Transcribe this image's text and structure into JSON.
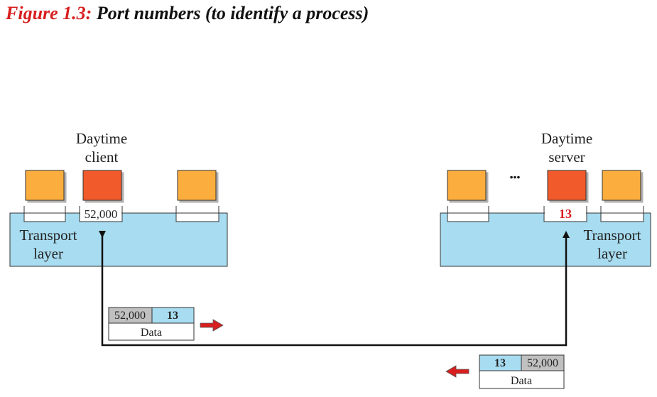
{
  "figure": {
    "number": "Figure 1.3:",
    "caption": "Port numbers (to  identify a process)"
  },
  "client": {
    "label_line1": "Daytime",
    "label_line2": "client",
    "transport_line1": "Transport",
    "transport_line2": "layer",
    "port": "52,000"
  },
  "server": {
    "label_line1": "Daytime",
    "label_line2": "server",
    "transport_line1": "Transport",
    "transport_line2": "layer",
    "port": "13",
    "ellipsis": "•••"
  },
  "request_packet": {
    "src_port": "52,000",
    "dst_port": "13",
    "payload": "Data"
  },
  "response_packet": {
    "src_port": "13",
    "dst_port": "52,000",
    "payload": "Data"
  },
  "colors": {
    "layer": "#a8dcf0",
    "process": "#fbad3d",
    "active_process": "#f15a2b",
    "header_gray": "#c0c0c0",
    "header_blue": "#a8dcf0",
    "arrow_red": "#d81e1e"
  }
}
